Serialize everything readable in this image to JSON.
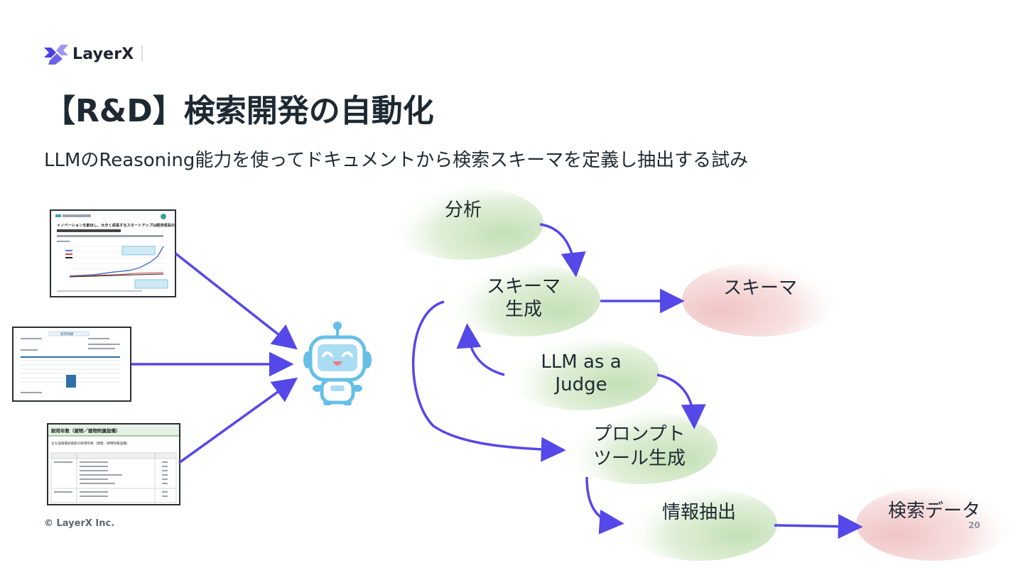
{
  "brand": {
    "name": "LayerX",
    "brand_color": "#4a3fe0"
  },
  "title": "【R&D】検索開発の自動化",
  "subtitle": "LLMのReasoning能力を使ってドキュメントから検索スキーマを定義し抽出する試み",
  "documents": [
    {
      "kind": "report-chart",
      "heading": "イノベーションを創出し、大きく成長するスタートアップは経済成長のドライバーとなる存在。"
    },
    {
      "kind": "invoice-table",
      "heading": "請求明細"
    },
    {
      "kind": "table",
      "heading": "耐用年数（建物／建物附属設備）",
      "caption": "主な減価償却資産の耐用年数（建物／建物附属設備）"
    }
  ],
  "robot_icon": "robot-icon",
  "nodes": {
    "analysis": "分析",
    "schema_gen_line1": "スキーマ",
    "schema_gen_line2": "生成",
    "schema_out": "スキーマ",
    "judge_line1": "LLM as a",
    "judge_line2": "Judge",
    "prompt_line1": "プロンプト",
    "prompt_line2": "ツール生成",
    "extract": "情報抽出",
    "search_data": "検索データ"
  },
  "colors": {
    "arrow": "#5548e8",
    "process_node": "#c8e3bd",
    "output_node": "#f2c9c9",
    "robot": "#67bfe6"
  },
  "footer": "© LayerX Inc.",
  "page_number": "20"
}
